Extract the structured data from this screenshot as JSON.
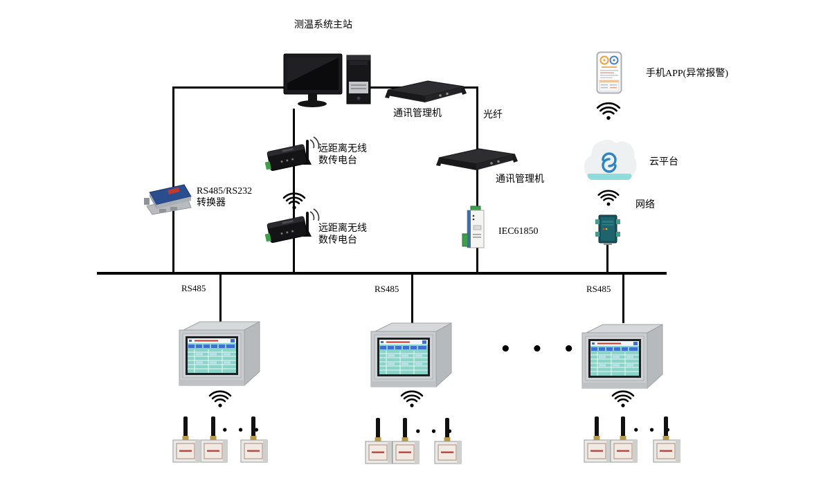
{
  "title": "测温系统主站",
  "labels": {
    "comm_manager": [
      "通讯管理机",
      "通讯管理机"
    ],
    "fiber": "光纤",
    "iec": "IEC61850",
    "phone_app": "手机APP(异常报警)",
    "cloud": "云平台",
    "network": "网络",
    "converter_line1": "RS485/RS232",
    "converter_line2": "转换器",
    "radio_line1": "远距离无线",
    "radio_line2": "数传电台",
    "rs485": [
      "RS485",
      "RS485",
      "RS485"
    ],
    "panel_ellipsis": "• • •",
    "sensor_ellipsis": "• • •"
  },
  "colors": {
    "line": "#000000",
    "cloud_body": "#eef1f1",
    "cloud_edge": "#8edcdc",
    "cloud_logo": "#2f84c2",
    "screen_teal": "#8ad3c8",
    "screen_button_blue": "#3f6fd0",
    "enclosure_gray": "#c9ccce",
    "device_black": "#1a1a1c",
    "converter_blue": "#2a4d8f",
    "terminal_green": "#3f9e4d",
    "dtu_teal": "#17505a"
  }
}
